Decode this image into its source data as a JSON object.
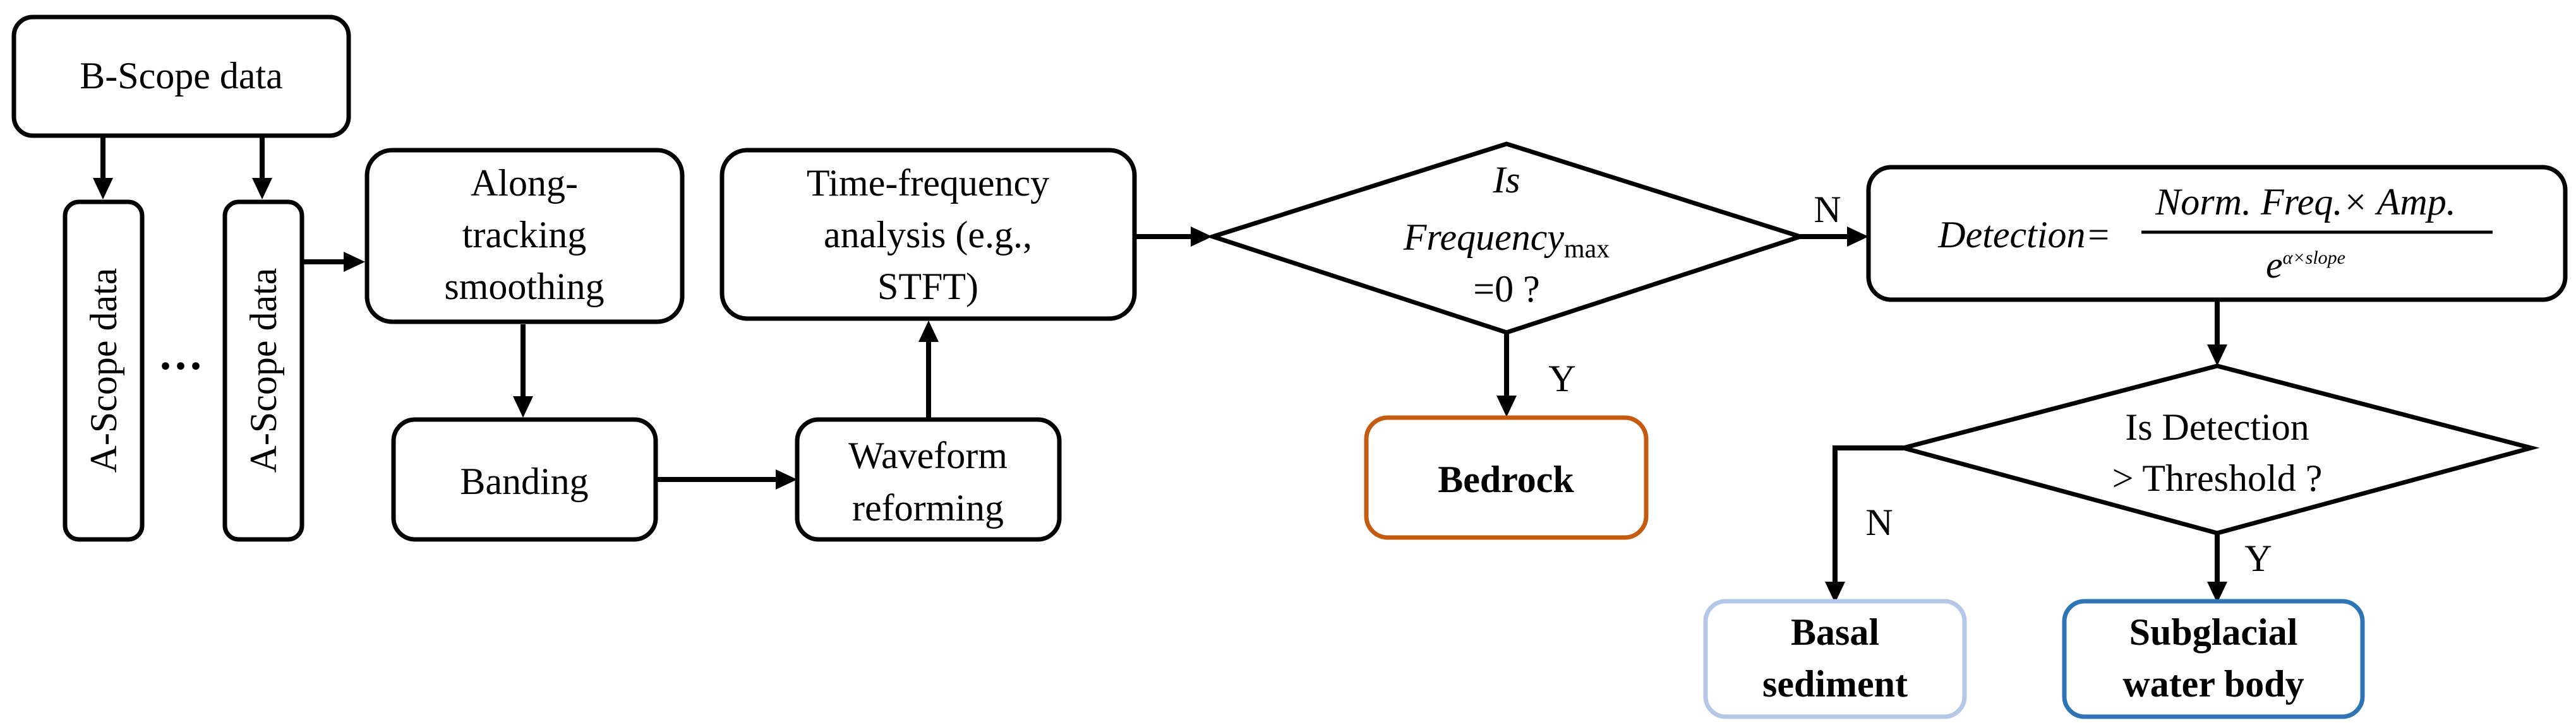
{
  "colors": {
    "stroke": "#000000",
    "bedrock": "#C55A11",
    "basal_sediment": "#B4C7E7",
    "subglacial_water": "#2E75B6"
  },
  "nodes": {
    "bscope": "B-Scope data",
    "ascope1": "A-Scope data",
    "ellipsis": "...",
    "ascope2": "A-Scope data",
    "along": [
      "Along-",
      "tracking",
      "smoothing"
    ],
    "banding": "Banding",
    "waveform": [
      "Waveform",
      "reforming"
    ],
    "tf": [
      "Time-frequency",
      "analysis (e.g.,",
      "STFT)"
    ],
    "decision1": {
      "line1": "Is",
      "freq": "Frequency",
      "freq_sub": "max",
      "line3": "=0 ?"
    },
    "bedrock": "Bedrock",
    "detection": {
      "lhs": "Detection=",
      "numerator": "Norm. Freq.× Amp.",
      "denominator_base": "e",
      "denominator_exp": "α×slope"
    },
    "decision2": [
      "Is Detection",
      "> Threshold ?"
    ],
    "basal": [
      "Basal",
      "sediment"
    ],
    "water": [
      "Subglacial",
      "water body"
    ]
  },
  "edge_labels": {
    "d1_no": "N",
    "d1_yes": "Y",
    "d2_no": "N",
    "d2_yes": "Y"
  }
}
